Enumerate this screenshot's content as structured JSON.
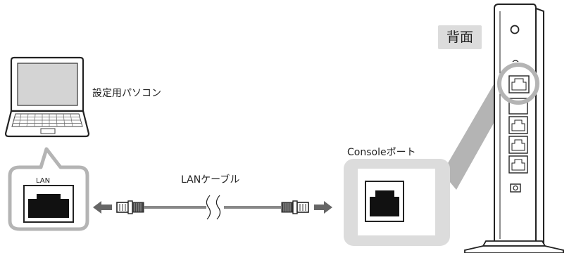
{
  "labels": {
    "pc": "設定用パソコン",
    "console_port": "Consoleポート",
    "cable": "LANケーブル",
    "lan": "LAN",
    "back": "背面"
  },
  "colors": {
    "highlight_gray": "#b4b4b4",
    "panel_gray": "#dcdcdc",
    "line": "#222222"
  },
  "icons": [
    "laptop-icon",
    "router-icon",
    "lan-port-icon",
    "rj45-plug-icon",
    "arrow-icon"
  ]
}
